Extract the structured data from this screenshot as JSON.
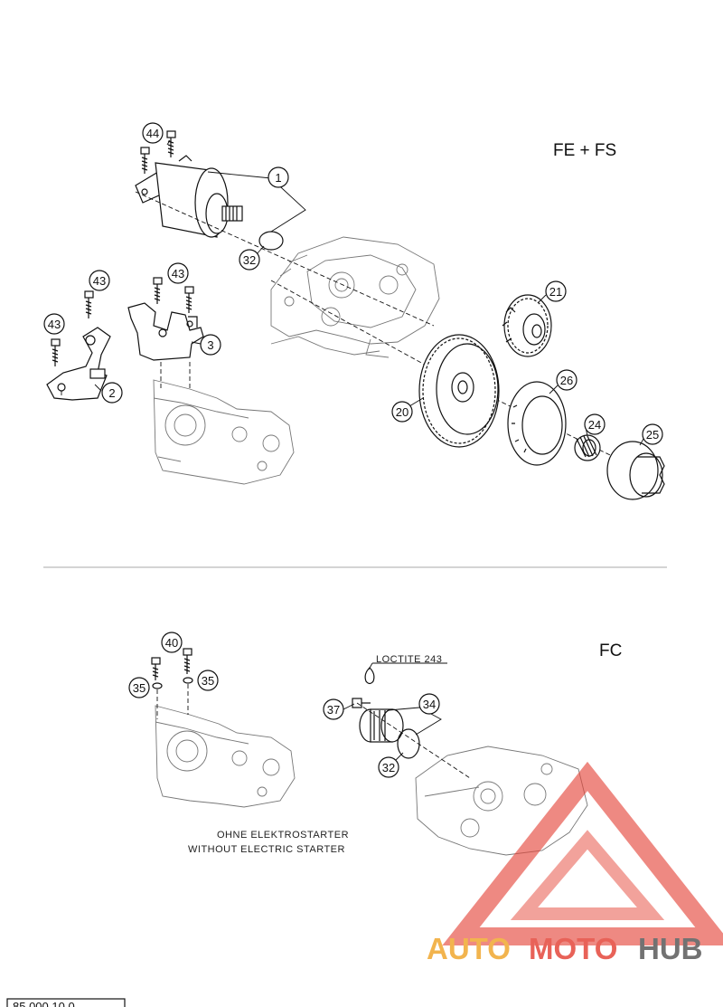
{
  "sections": {
    "upper_label": "FE + FS",
    "lower_label": "FC"
  },
  "callouts_upper": [
    "44",
    "1",
    "32",
    "43",
    "43",
    "43",
    "3",
    "2",
    "21",
    "26",
    "20",
    "24",
    "25"
  ],
  "callouts_lower": [
    "40",
    "35",
    "35",
    "37",
    "34",
    "32"
  ],
  "notes": {
    "loctite": "LOCTITE 243",
    "caption_de": "OHNE ELEKTROSTARTER",
    "caption_en": "WITHOUT ELECTRIC STARTER"
  },
  "watermark": {
    "part1": "AUTO",
    "part2": "MOTO",
    "part3": "HUB",
    "colors": {
      "auto": "#f0a830",
      "moto": "#e4473b",
      "hub": "#5a5a5a",
      "triangle": "#e4473b"
    }
  },
  "page_code": "85 000 10 0"
}
